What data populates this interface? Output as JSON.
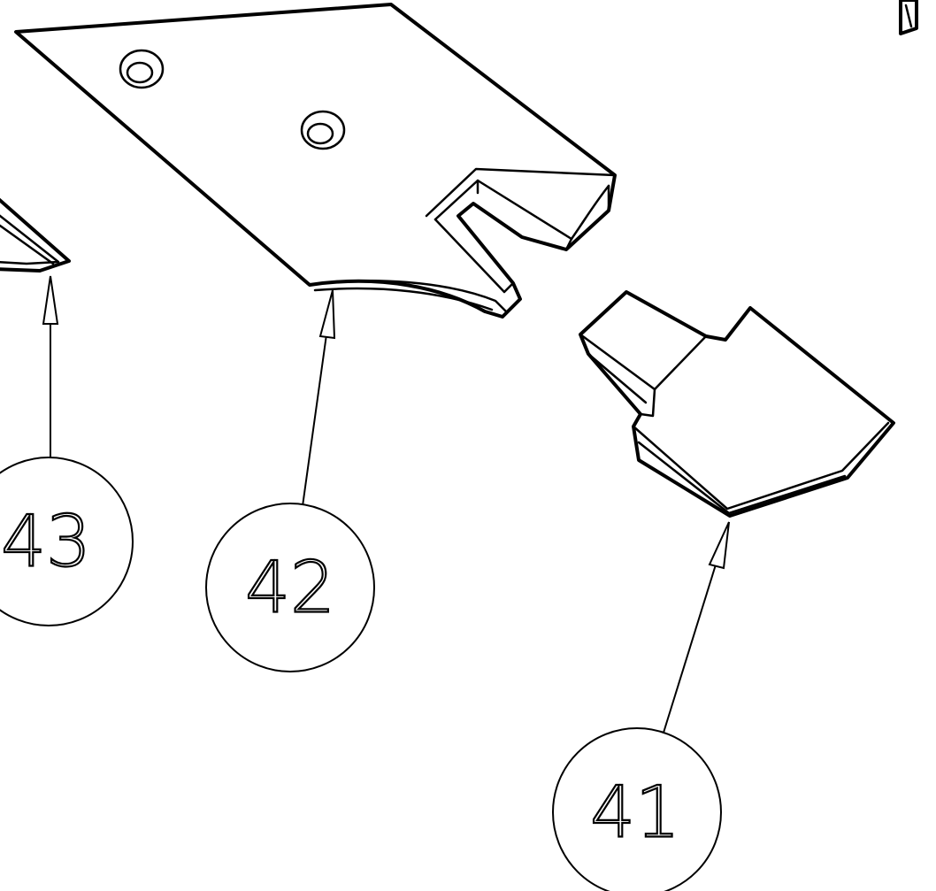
{
  "callouts": [
    {
      "id": "43",
      "label": "43"
    },
    {
      "id": "42",
      "label": "42"
    },
    {
      "id": "41",
      "label": "41"
    }
  ],
  "colors": {
    "line": "#000000",
    "background": "#ffffff"
  }
}
